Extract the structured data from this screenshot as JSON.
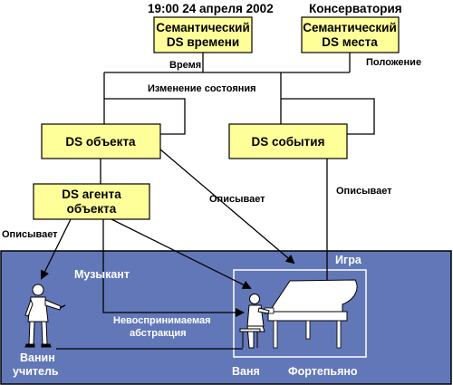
{
  "header": {
    "datetime": "19:00  24 апреля 2002",
    "place": "Консерватория"
  },
  "boxes": {
    "semantic_time": [
      "Семантический",
      "DS времени"
    ],
    "semantic_place": [
      "Семантический",
      "DS места"
    ],
    "object_ds": "DS объекта",
    "event_ds": "DS события",
    "agent_ds": [
      "DS агента",
      "объекта"
    ]
  },
  "labels": {
    "time": "Время",
    "position": "Положение",
    "state_change": "Изменение состояния",
    "describes_1": "Описывает",
    "describes_2": "Описывает",
    "describes_3": "Описывает",
    "game": "Игра",
    "musician": "Музыкант",
    "abstraction": [
      "Невоспринимаемая",
      "абстракция"
    ],
    "teacher": [
      "Ванин",
      "учитель"
    ],
    "vanya": "Ваня",
    "piano": "Фортепьяно"
  },
  "colors": {
    "box_fill": "#ffff9a",
    "stage_fill": "#6277b8",
    "line": "#000000"
  }
}
